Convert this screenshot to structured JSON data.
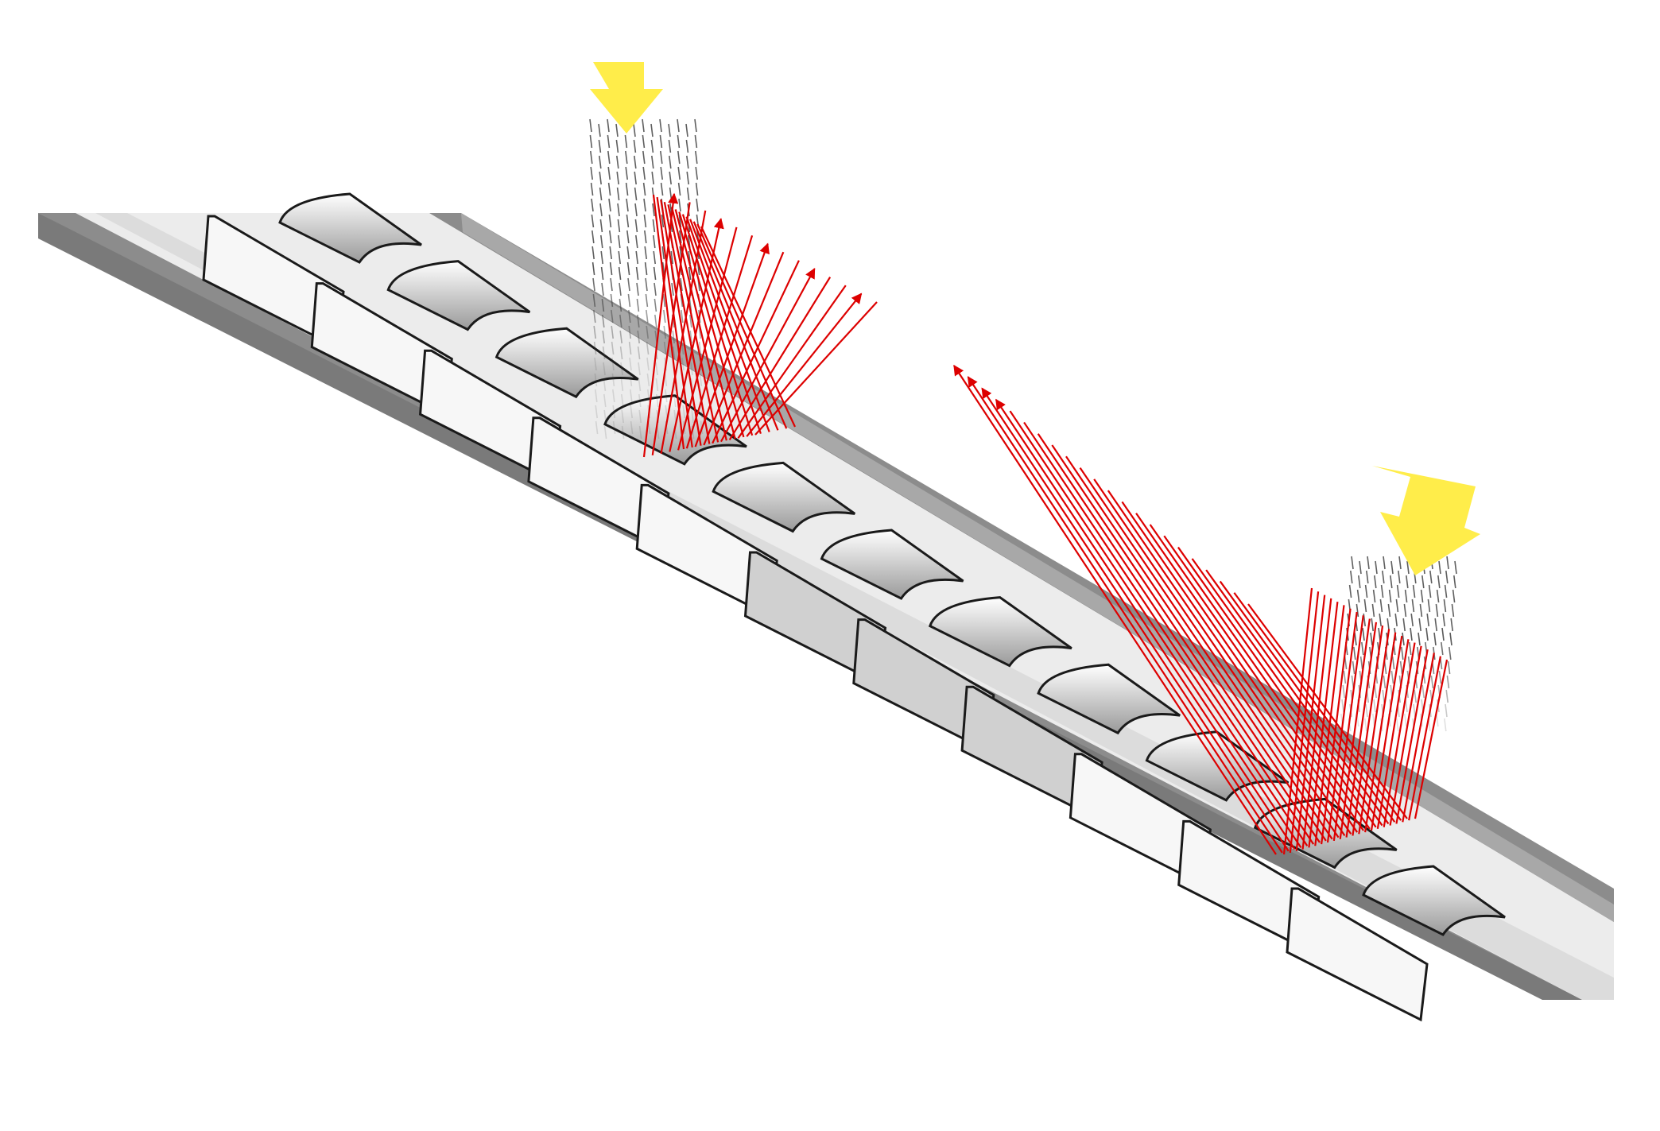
{
  "diagram": {
    "kind": "louver-daylighting-section",
    "colors": {
      "background": "#ffffff",
      "frame": "#8c8c8c",
      "frame_dark": "#6e6e6e",
      "channel_light": "#ececec",
      "channel_mid": "#dcdcdc",
      "louver_fill": "#f7f7f7",
      "louver_dark": "#9e9e9e",
      "louver_stroke": "#1a1a1a",
      "ray": "#dd0000",
      "sun_arrow": "#ffed4a",
      "incoming_dash": "#444444"
    },
    "louver_count": 11,
    "sun_sources": [
      {
        "id": "sun-left",
        "direction": "down",
        "ray_count": 14
      },
      {
        "id": "sun-right",
        "direction": "down",
        "ray_count": 22
      }
    ]
  }
}
